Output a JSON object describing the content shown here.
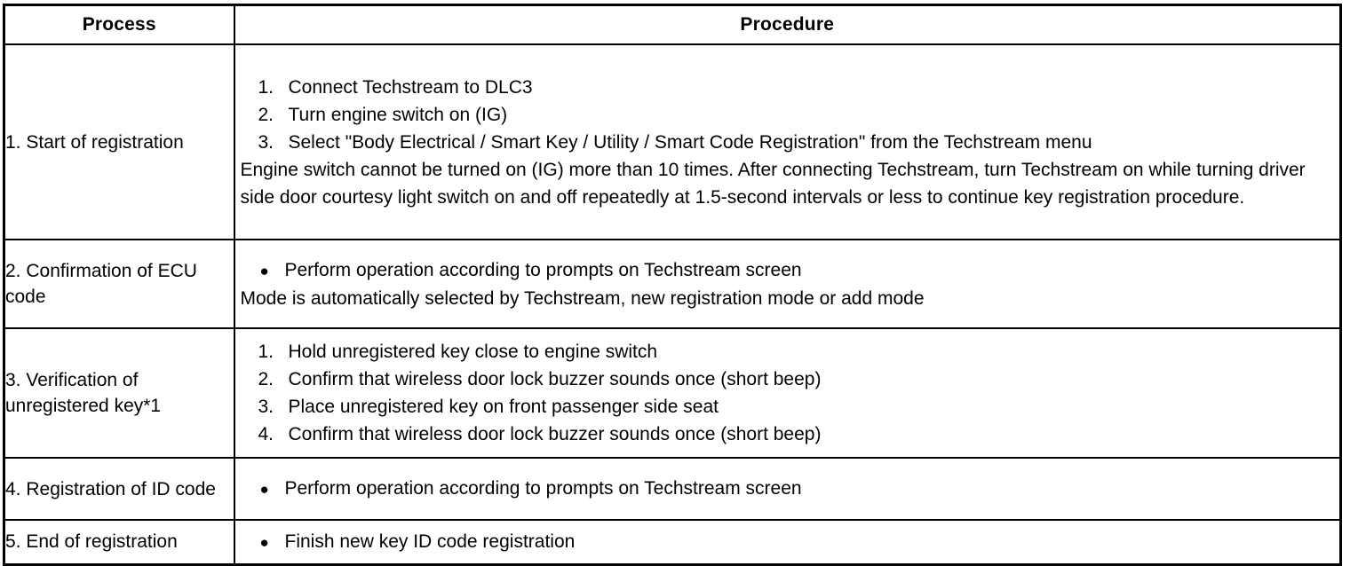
{
  "table": {
    "headers": {
      "process": "Process",
      "procedure": "Procedure"
    },
    "rows": [
      {
        "process": "1. Start of registration",
        "steps": [
          {
            "num": "1.",
            "text": "Connect Techstream to DLC3"
          },
          {
            "num": "2.",
            "text": "Turn engine switch on (IG)"
          },
          {
            "num": "3.",
            "text": "Select \"Body Electrical / Smart Key / Utility / Smart Code Registration\" from the Techstream menu"
          }
        ],
        "note": "Engine switch cannot be turned on (IG) more than 10 times. After connecting Techstream, turn Techstream on while turning driver side door courtesy light switch on and off repeatedly at 1.5-second intervals or less to continue key registration procedure."
      },
      {
        "process": "2. Confirmation of ECU code",
        "bullets": [
          {
            "dot": "●",
            "text": "Perform operation according to prompts on Techstream screen"
          }
        ],
        "note": "Mode is automatically selected by Techstream, new registration mode or add mode"
      },
      {
        "process": "3. Verification of unregistered key*1",
        "steps": [
          {
            "num": "1.",
            "text": "Hold unregistered key close to engine switch"
          },
          {
            "num": "2.",
            "text": "Confirm that wireless door lock buzzer sounds once (short beep)"
          },
          {
            "num": "3.",
            "text": "Place unregistered key on front passenger side seat"
          },
          {
            "num": "4.",
            "text": "Confirm that wireless door lock buzzer sounds once (short beep)"
          }
        ]
      },
      {
        "process": "4. Registration of ID code",
        "bullets": [
          {
            "dot": "●",
            "text": "Perform operation according to prompts on Techstream screen"
          }
        ]
      },
      {
        "process": "5. End of registration",
        "bullets": [
          {
            "dot": "●",
            "text": "Finish new key ID code registration"
          }
        ]
      }
    ]
  },
  "colors": {
    "border": "#000000",
    "background": "#ffffff",
    "text": "#000000"
  }
}
